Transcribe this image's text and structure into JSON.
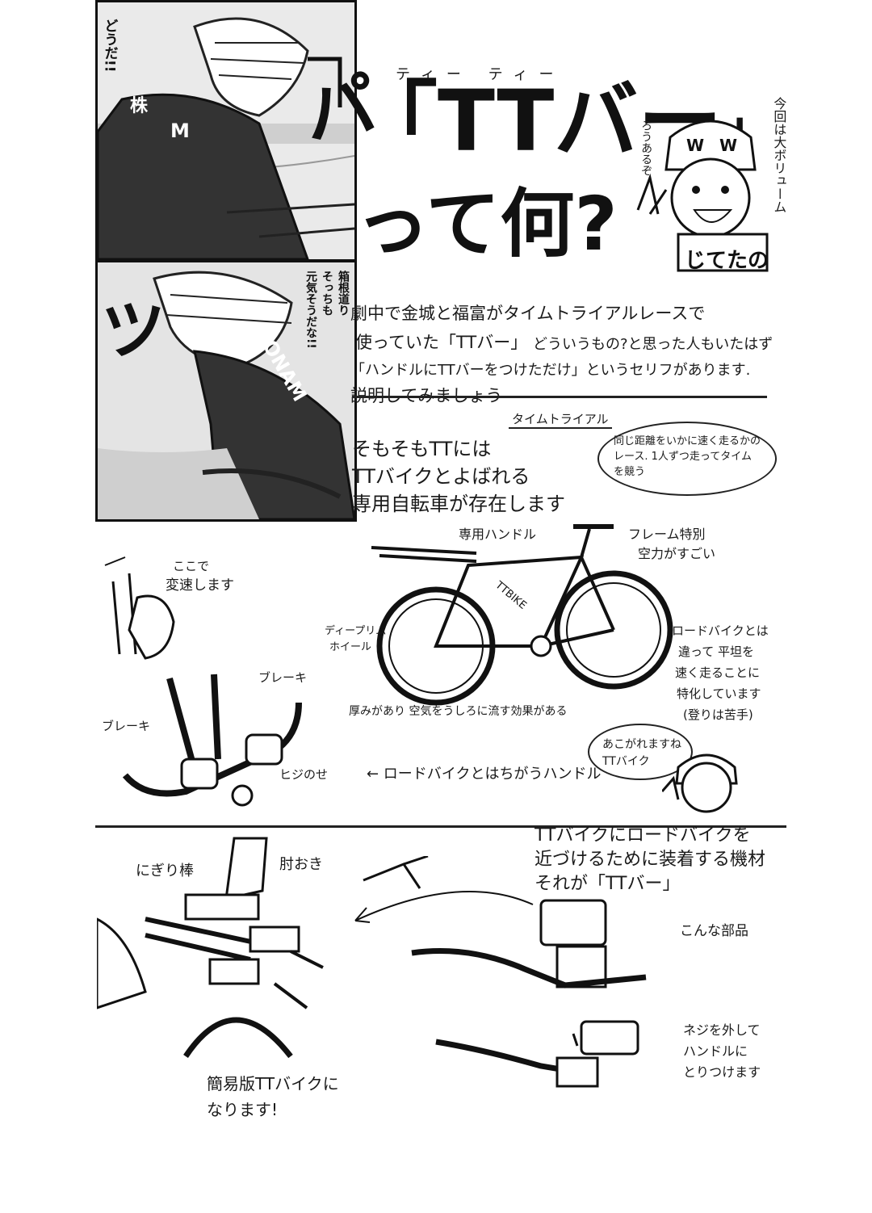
{
  "panels": {
    "top_speech": "どうだ!!",
    "top_sfx": "パ",
    "jersey_text_1": "株",
    "jersey_text_2": "M",
    "bottom_speech_1": "箱根道り",
    "bottom_speech_2": "そっちも",
    "bottom_speech_3": "元気そうだな!!",
    "bottom_sfx": "ツ",
    "jersey_text_3": "ONAM"
  },
  "title": {
    "ruby": "ティー ティー",
    "open_bracket": "「",
    "main": "TTバー",
    "close_bracket": "」",
    "line2": "って何?"
  },
  "author": {
    "note_vertical_1": "今回は大ボリューム",
    "note_vertical_2": "ろうあるぞ",
    "cap_letters": "W W",
    "sign": "じてたの"
  },
  "intro": {
    "line1": "劇中で金城と福富がタイムトライアルレースで",
    "line2a": "使っていた「TTバー」",
    "line2b": "どういうもの?と思った人もいたはず",
    "line3": "「ハンドルにTTバーをつけただけ」というセリフがあります.",
    "line4": "説明してみましょう"
  },
  "section1": {
    "tt_ruby": "タイムトライアル",
    "line1": "そもそもTTには",
    "line2": "TTバイクとよばれる",
    "line3": "専用自転車が存在します",
    "bubble": "同じ距離をいかに速く走るかのレース. 1人ずつ走ってタイムを競う",
    "label_handle": "専用ハンドル",
    "label_frame_1": "フレーム特別",
    "label_frame_2": "空力がすごい",
    "frame_text": "TTBIKE",
    "label_wheel_1": "ディープリム",
    "label_wheel_2": "ホイール",
    "label_wheel_note": "厚みがあり 空気をうしろに流す効果がある",
    "label_road_1": "ロードバイクとは",
    "label_road_2": "違って 平坦を",
    "label_road_3": "速く走ることに",
    "label_road_4": "特化しています",
    "label_road_5": "(登りは苦手)",
    "label_shift_1": "ここで",
    "label_shift_2": "変速します",
    "label_brake_left": "ブレーキ",
    "label_brake_right": "ブレーキ",
    "label_elbow": "ヒジのせ",
    "label_diff": "← ロードバイクとはちがうハンドル",
    "author_bubble_1": "あこがれますね",
    "author_bubble_2": "TTバイク"
  },
  "section2": {
    "line1": "TTバイクにロードバイクを",
    "line2": "近づけるために装着する機材",
    "line3": "それが「TTバー」",
    "label_grip": "にぎり棒",
    "label_elbow_rest": "肘おき",
    "label_part": "こんな部品",
    "label_screw_1": "ネジを外して",
    "label_screw_2": "ハンドルに",
    "label_screw_3": "とりつけます",
    "label_result_1": "簡易版TTバイクに",
    "label_result_2": "なります!"
  }
}
